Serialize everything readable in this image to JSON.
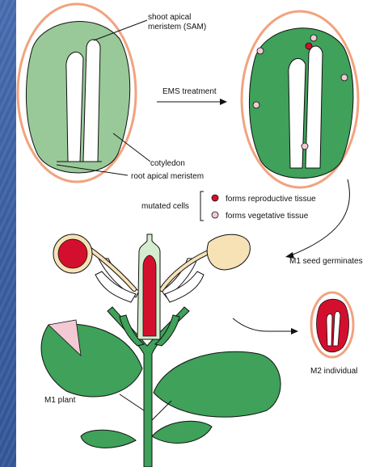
{
  "labels": {
    "sam": "shoot apical",
    "sam2": "meristem (SAM)",
    "ems": "EMS treatment",
    "cotyledon": "cotyledon",
    "root_meristem": "root apical meristem",
    "mutated_cells": "mutated cells",
    "reproductive": "forms reproductive tissue",
    "vegetative": "forms vegetative tissue",
    "m1_germinate": "M1 seed germinates",
    "m2": "M2 individual",
    "m1_plant": "M1 plant"
  },
  "colors": {
    "background": "#3f64a8",
    "panel": "#ffffff",
    "seed_coat": "#f2a37e",
    "light_green": "#99c999",
    "dark_green": "#3fa15a",
    "red": "#d40f2d",
    "pink": "#f3c9d4",
    "cream": "#f7e2b6"
  }
}
